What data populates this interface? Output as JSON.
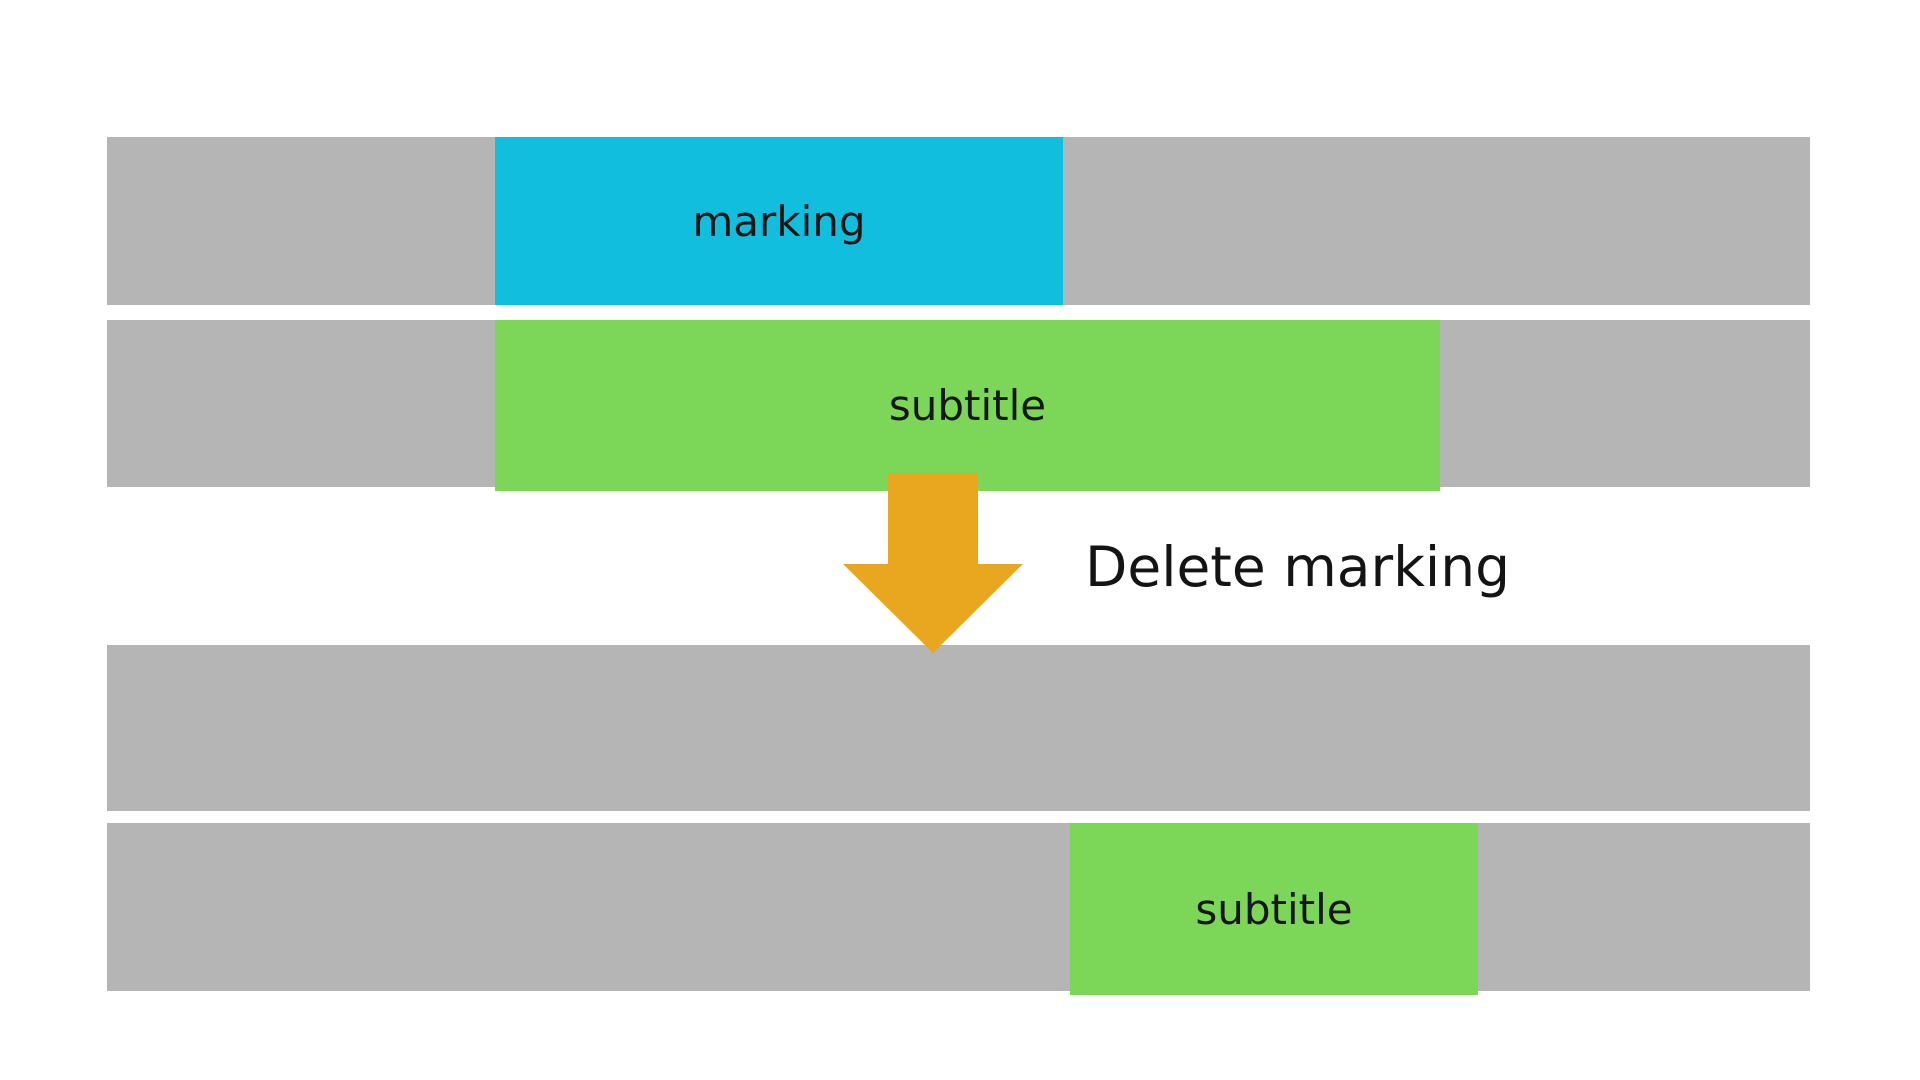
{
  "colors": {
    "background": "#ffffff",
    "bar_gray": "#b5b5b5",
    "marking_cyan": "#12bedd",
    "subtitle_green": "#7cd657",
    "arrow_orange": "#e9a71f",
    "text": "#171717"
  },
  "before": {
    "row1": {
      "marking_label": "marking"
    },
    "row2": {
      "subtitle_label": "subtitle"
    }
  },
  "transition": {
    "label": "Delete marking",
    "arrow_icon": "down-arrow"
  },
  "after": {
    "row1": {},
    "row2": {
      "subtitle_label": "subtitle"
    }
  }
}
